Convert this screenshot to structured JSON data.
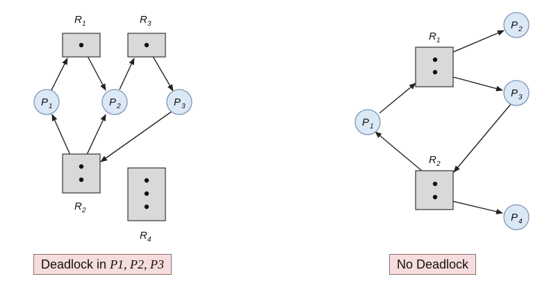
{
  "left_graph": {
    "resources": [
      {
        "label": "R",
        "sub": "1"
      },
      {
        "label": "R",
        "sub": "3"
      },
      {
        "label": "R",
        "sub": "2"
      },
      {
        "label": "R",
        "sub": "4"
      }
    ],
    "processes": [
      {
        "label": "P",
        "sub": "1"
      },
      {
        "label": "P",
        "sub": "2"
      },
      {
        "label": "P",
        "sub": "3"
      }
    ],
    "caption_prefix": "Deadlock in ",
    "caption_math": "P1, P2, P3"
  },
  "right_graph": {
    "resources": [
      {
        "label": "R",
        "sub": "1"
      },
      {
        "label": "R",
        "sub": "2"
      }
    ],
    "processes": [
      {
        "label": "P",
        "sub": "1"
      },
      {
        "label": "P",
        "sub": "2"
      },
      {
        "label": "P",
        "sub": "3"
      },
      {
        "label": "P",
        "sub": "4"
      }
    ],
    "caption": "No Deadlock"
  },
  "colors": {
    "resource_fill": "#d9d9d9",
    "process_fill": "#dbe8f6",
    "caption_fill": "#f6dcdc"
  }
}
